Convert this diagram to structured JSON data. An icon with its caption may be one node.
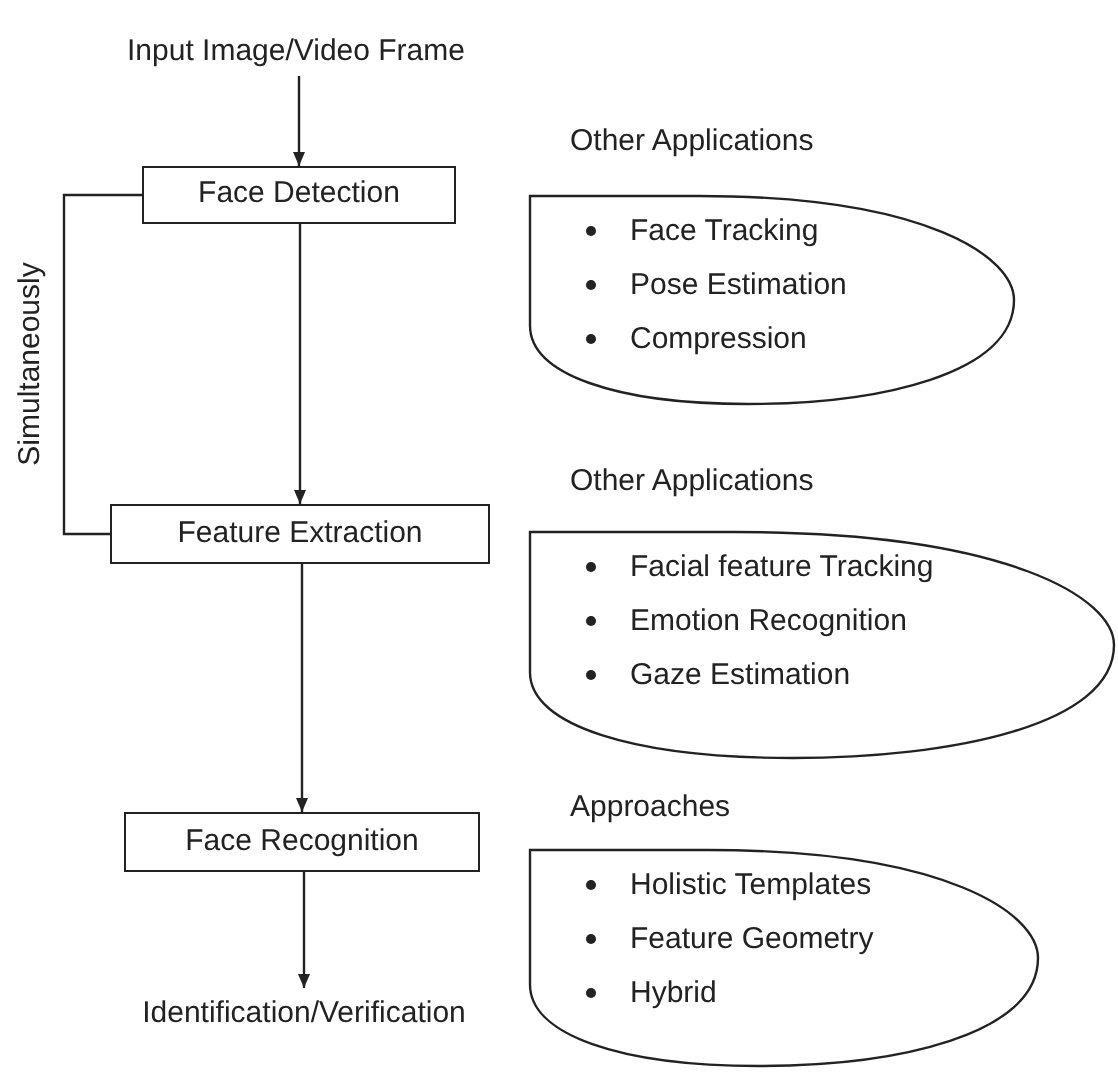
{
  "diagram": {
    "nodes": [
      {
        "text": [
          "Input Image/Video Frame"
        ]
      },
      {
        "text": [
          "Face Detection"
        ]
      },
      {
        "text": [
          "Feature Extraction"
        ]
      },
      {
        "text": [
          "Face Recognition"
        ]
      },
      {
        "text": [
          "Identification/Verification"
        ]
      },
      {
        "text": [
          "Other Applications",
          "Face Tracking",
          "Pose Estimation",
          "Compression"
        ]
      },
      {
        "text": [
          "Other Applications",
          "Facial feature Tracking",
          "Emotion Recognition",
          "Gaze Estimation"
        ]
      },
      {
        "text": [
          "Approaches",
          "Holistic Templates",
          "Feature Geometry",
          "Hybrid"
        ]
      }
    ],
    "edges": [
      {
        "from": 0,
        "to": 1,
        "arrow": "to"
      },
      {
        "from": 1,
        "to": 2,
        "arrow": "to"
      },
      {
        "from": 2,
        "to": 3,
        "arrow": "to"
      },
      {
        "from": 3,
        "to": 4,
        "arrow": "to"
      },
      {
        "from": 1,
        "to": 2,
        "arrow": "none",
        "label": "Simultaneously"
      }
    ]
  }
}
